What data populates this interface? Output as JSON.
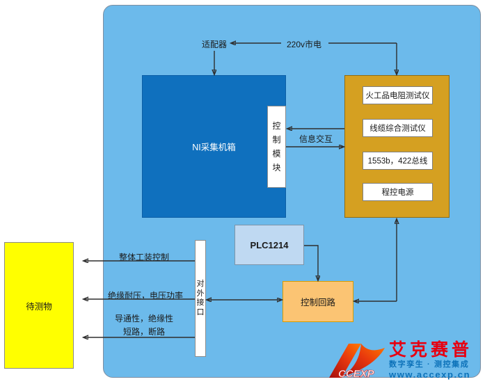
{
  "colors": {
    "container_bg": "#6cbaeb",
    "ni_box": "#0f70be",
    "rack_box": "#d5a021",
    "plc_box": "#bfd9f2",
    "control_loop_box": "#fbc473",
    "dut_box": "#ffff00",
    "connector_line": "#2e2e2e",
    "logo_red": "#e60012",
    "logo_blue": "#0d72b9"
  },
  "diagram": {
    "adapter_label": "适配器",
    "mains_label": "220v市电",
    "ni_chassis_label": "NI采集机箱",
    "control_module_label": "控制模块",
    "info_exchange_label": "信息交互",
    "rack_items": [
      "火工品电阻测试仪",
      "线缆综合测试仪",
      "1553b，422总线",
      "程控电源"
    ],
    "plc_label": "PLC1214",
    "control_loop_label": "控制回路",
    "external_interface_label": "对外接口",
    "dut_label": "待测物",
    "link_labels": {
      "tooling_control": "整体工装控制",
      "insulation_voltage_power": "绝缘耐压，电压功率",
      "conductivity_insulation": "导通性，绝缘性",
      "short_open_circuit": "短路，断路"
    }
  },
  "logo": {
    "mark_text": "CCEXP",
    "brand_name": "艾克赛普",
    "tagline": "数字孪生 · 测控集成",
    "website": "www.accexp.cn"
  }
}
